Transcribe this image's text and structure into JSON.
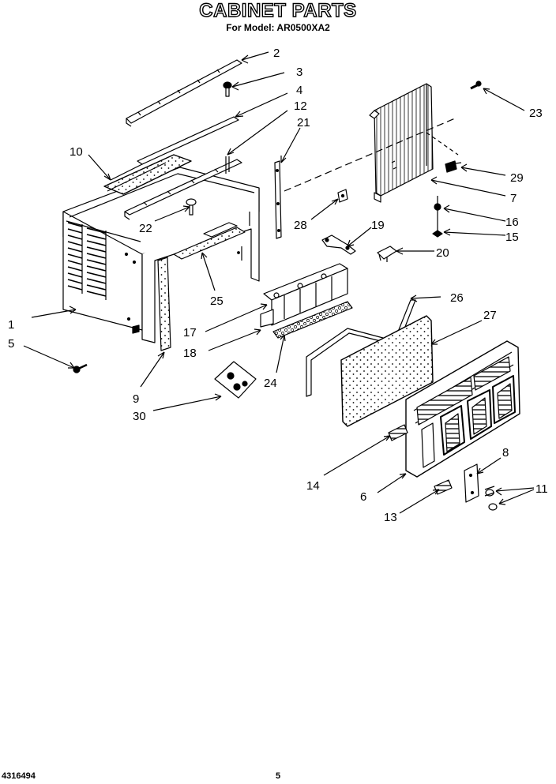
{
  "title": "CABINET PARTS",
  "subtitle": "For Model: AR0500XA2",
  "footer": {
    "doc_number": "4316494",
    "page_number": "5"
  },
  "callouts": [
    "1",
    "2",
    "3",
    "4",
    "5",
    "6",
    "7",
    "8",
    "9",
    "10",
    "11",
    "12",
    "13",
    "14",
    "15",
    "16",
    "17",
    "18",
    "19",
    "20",
    "21",
    "22",
    "23",
    "24",
    "25",
    "26",
    "27",
    "28",
    "29",
    "30"
  ]
}
